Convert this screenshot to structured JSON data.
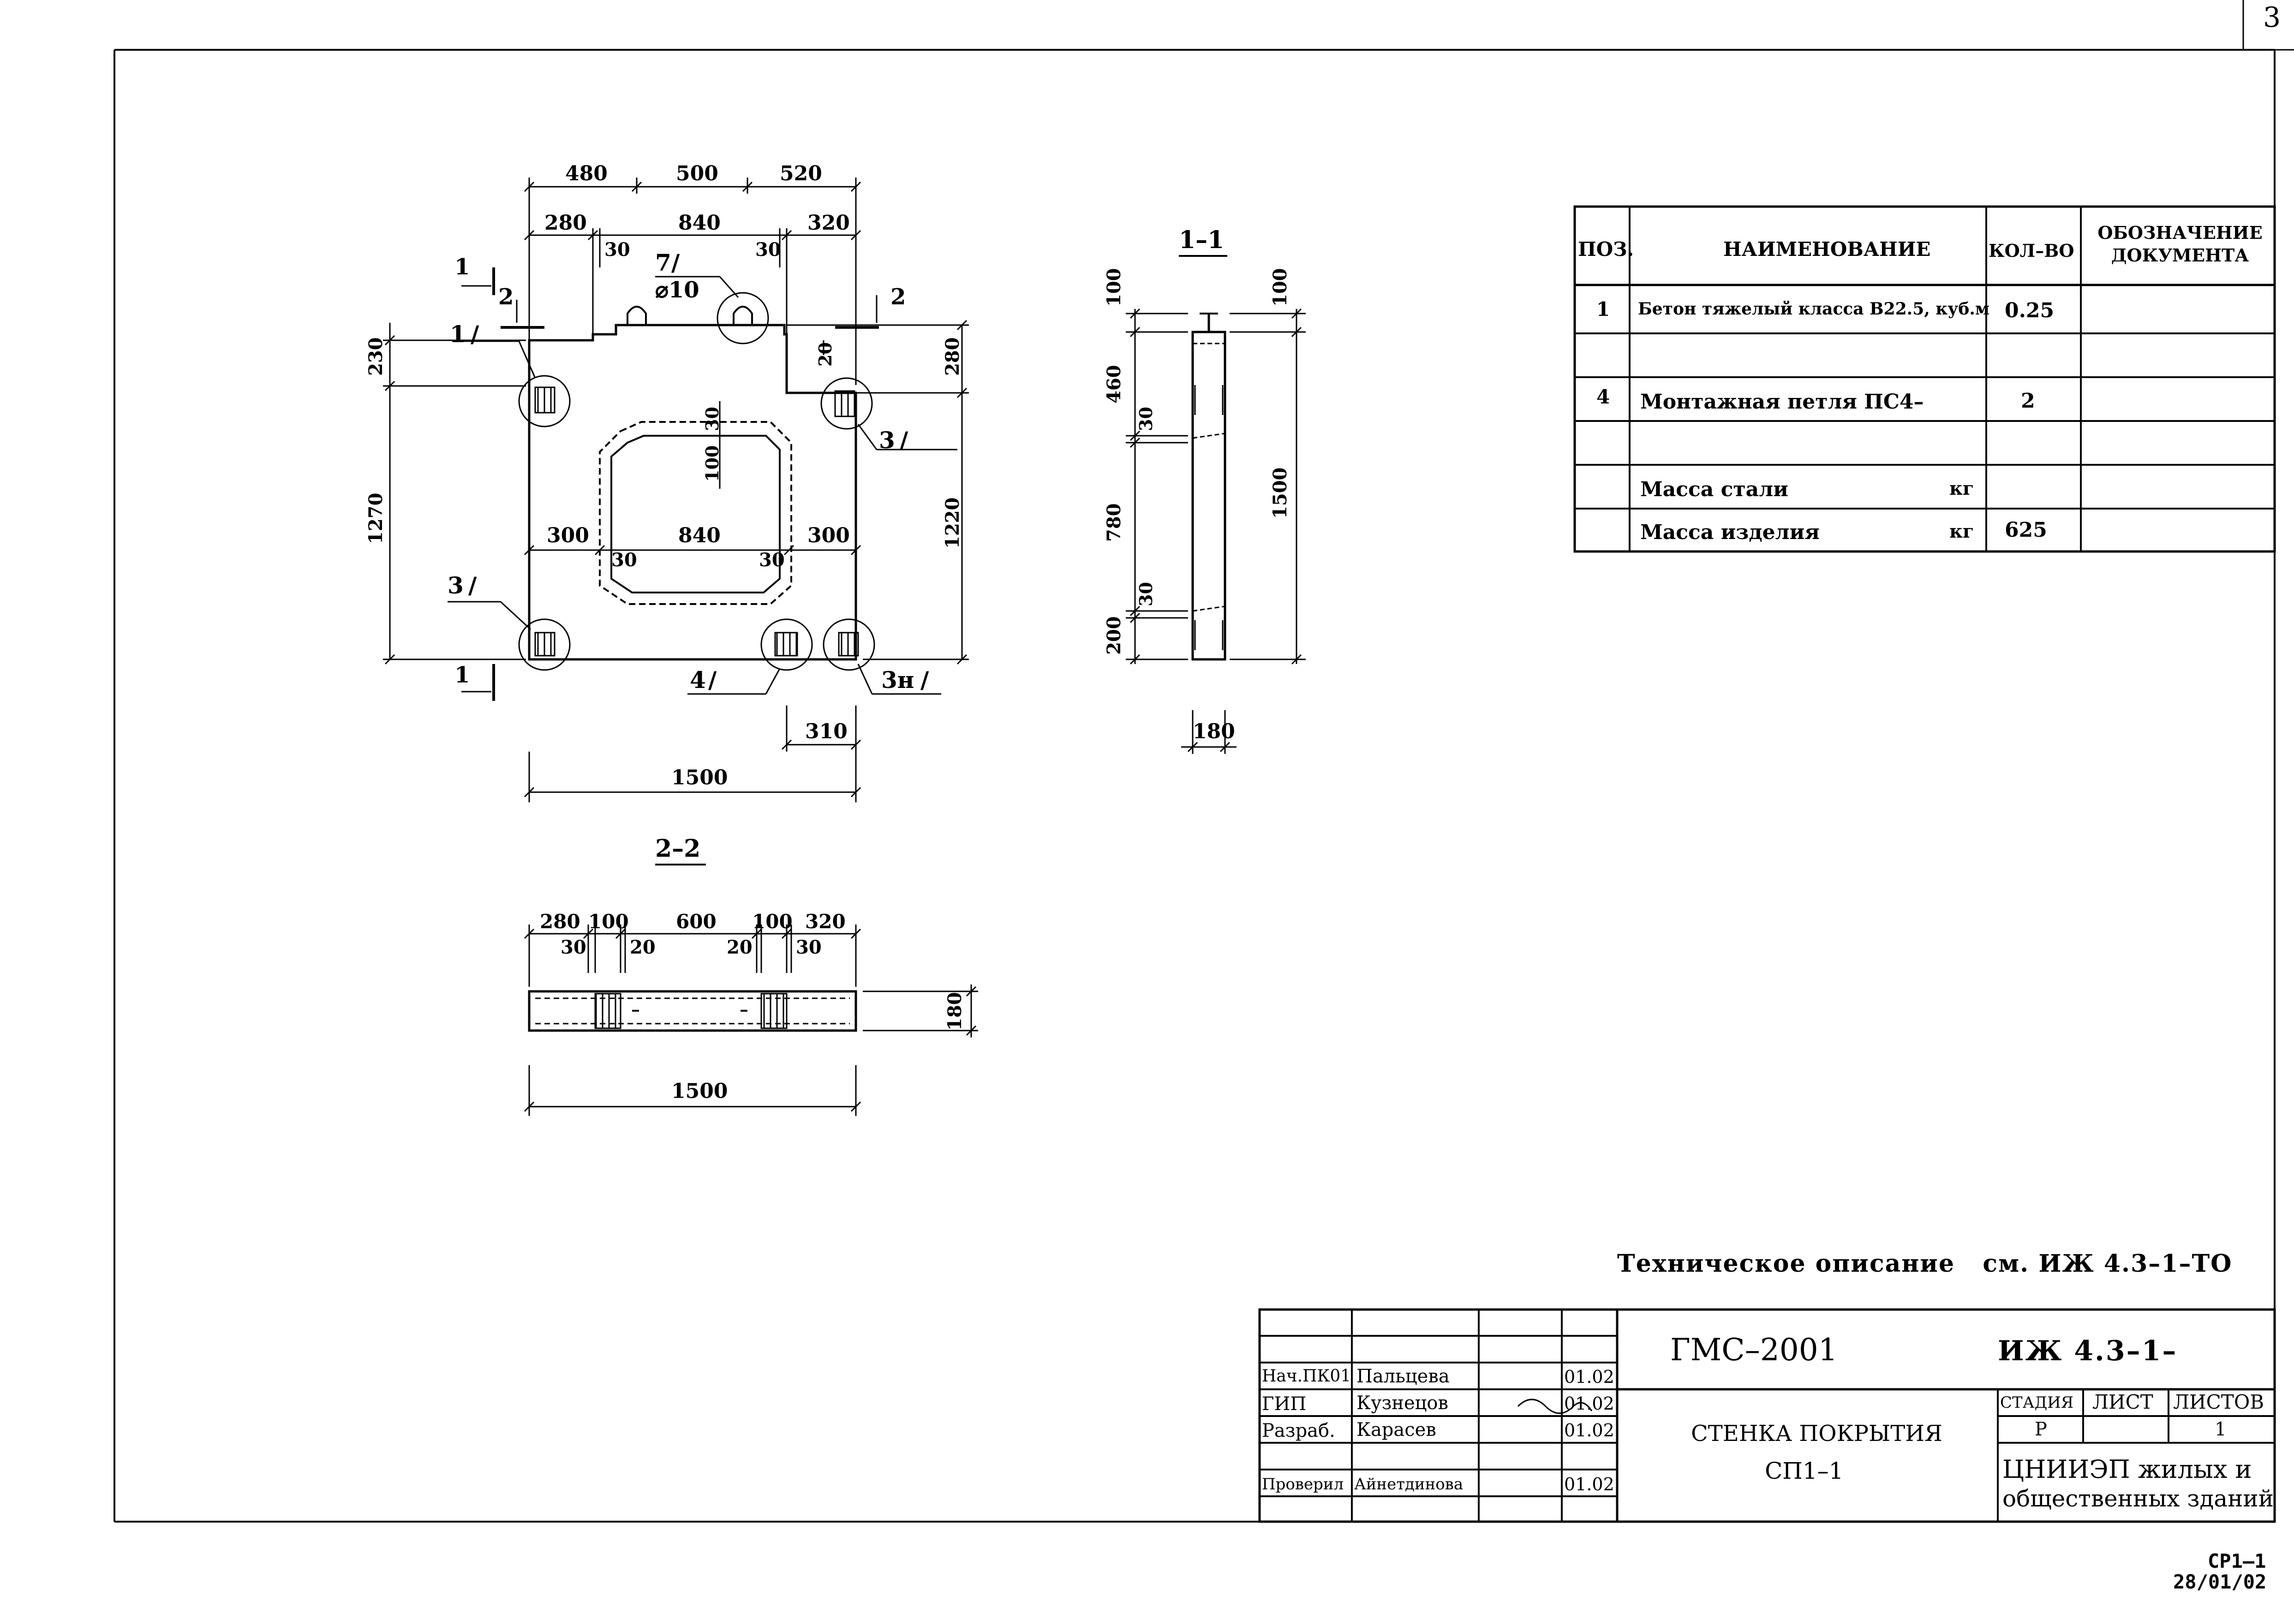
{
  "corner_mark": "3",
  "drawing": {
    "plan_dims": {
      "top1": [
        "480",
        "500",
        "520"
      ],
      "top2": [
        "280",
        "840",
        "320"
      ],
      "small30a": "30",
      "small30b": "30",
      "loop_label": "7",
      "loop_dia": "⌀10",
      "left_230": "230",
      "left_1270": "1270",
      "right_280": "280",
      "right_1220": "1220",
      "right_20": "20",
      "inner_30": "30",
      "inner_100": "100",
      "mid": [
        "300",
        "840",
        "300"
      ],
      "mid30a": "30",
      "mid30b": "30",
      "bottom_310": "310",
      "bottom_1500": "1500"
    },
    "callouts": {
      "c1": "1",
      "c3a": "3",
      "c3b": "3",
      "c4": "4",
      "c3n": "3н",
      "cut1_top": "1",
      "cut1_bottom": "1",
      "cut2a": "2",
      "cut2b": "2"
    },
    "section11": {
      "title": "1–1",
      "left": [
        "100",
        "460",
        "30",
        "780",
        "30",
        "200"
      ],
      "right": [
        "100",
        "1500"
      ],
      "bottom": "180"
    },
    "section22": {
      "title": "2–2",
      "top": [
        "280",
        "100",
        "600",
        "100",
        "320"
      ],
      "second": [
        "30",
        "20",
        "20",
        "30"
      ],
      "right": "180",
      "bottom": "1500"
    }
  },
  "spec_table": {
    "headers": [
      "ПОЗ.",
      "НАИМЕНОВАНИЕ",
      "КОЛ–ВО",
      "ОБОЗНАЧЕНИЕ ДОКУМЕНТА"
    ],
    "rows": [
      {
        "pos": "1",
        "name": "Бетон тяжелый класса В22.5, куб.м",
        "qty": "0.25",
        "doc": ""
      },
      {
        "pos": "",
        "name": "",
        "qty": "",
        "doc": ""
      },
      {
        "pos": "4",
        "name": "Монтажная петля ПС4–",
        "qty": "2",
        "doc": ""
      },
      {
        "pos": "",
        "name": "",
        "qty": "",
        "doc": ""
      },
      {
        "pos": "",
        "name": "Масса стали",
        "unit": "кг",
        "qty": "",
        "doc": ""
      },
      {
        "pos": "",
        "name": "Масса изделия",
        "unit": "кг",
        "qty": "625",
        "doc": ""
      }
    ]
  },
  "tech_note": "Техническое описание   см. ИЖ 4.3–1–ТО",
  "title_block": {
    "project": "ГМС–2001",
    "code": "ИЖ 4.3–1–",
    "title1": "СТЕНКА ПОКРЫТИЯ",
    "title2": "СП1–1",
    "stage_h": "СТАДИЯ",
    "sheet_h": "ЛИСТ",
    "sheets_h": "ЛИСТОВ",
    "stage": "Р",
    "sheet": "",
    "sheets": "1",
    "org1": "ЦНИИЭП жилых и",
    "org2": "общественных зданий",
    "signers": [
      {
        "role": "Нач.ПК01",
        "name": "Пальцева",
        "date": "01.02"
      },
      {
        "role": "ГИП",
        "name": "Кузнецов",
        "date": "01.02"
      },
      {
        "role": "Разраб.",
        "name": "Карасев",
        "date": "01.02"
      },
      {
        "role": "Проверил",
        "name": "Айнетдинова",
        "date": "01.02"
      }
    ],
    "signature": "Кузнецов"
  },
  "stamp": {
    "line1": "СР1–1",
    "line2": "28/01/02"
  }
}
